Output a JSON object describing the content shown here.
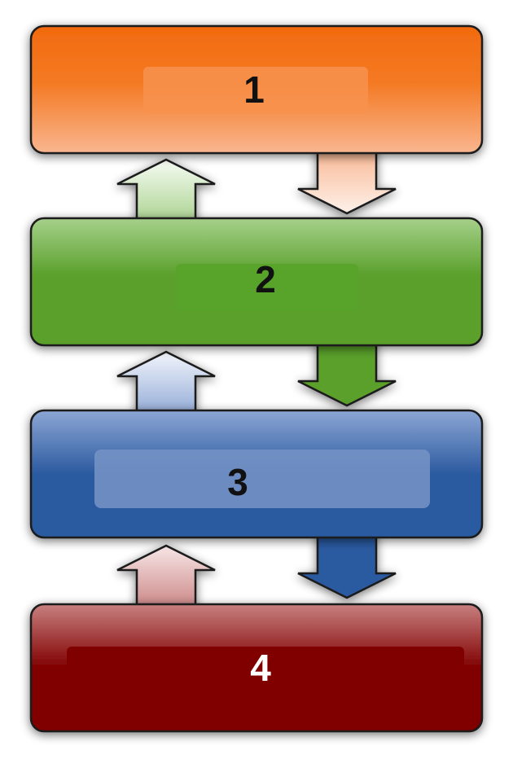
{
  "diagram": {
    "steps": [
      {
        "label": "1",
        "color": "#f26a0e"
      },
      {
        "label": "2",
        "color": "#5aa02c"
      },
      {
        "label": "3",
        "color": "#2c5aa0"
      },
      {
        "label": "4",
        "color": "#800000"
      }
    ],
    "outline_color": "#1a1a1a"
  }
}
